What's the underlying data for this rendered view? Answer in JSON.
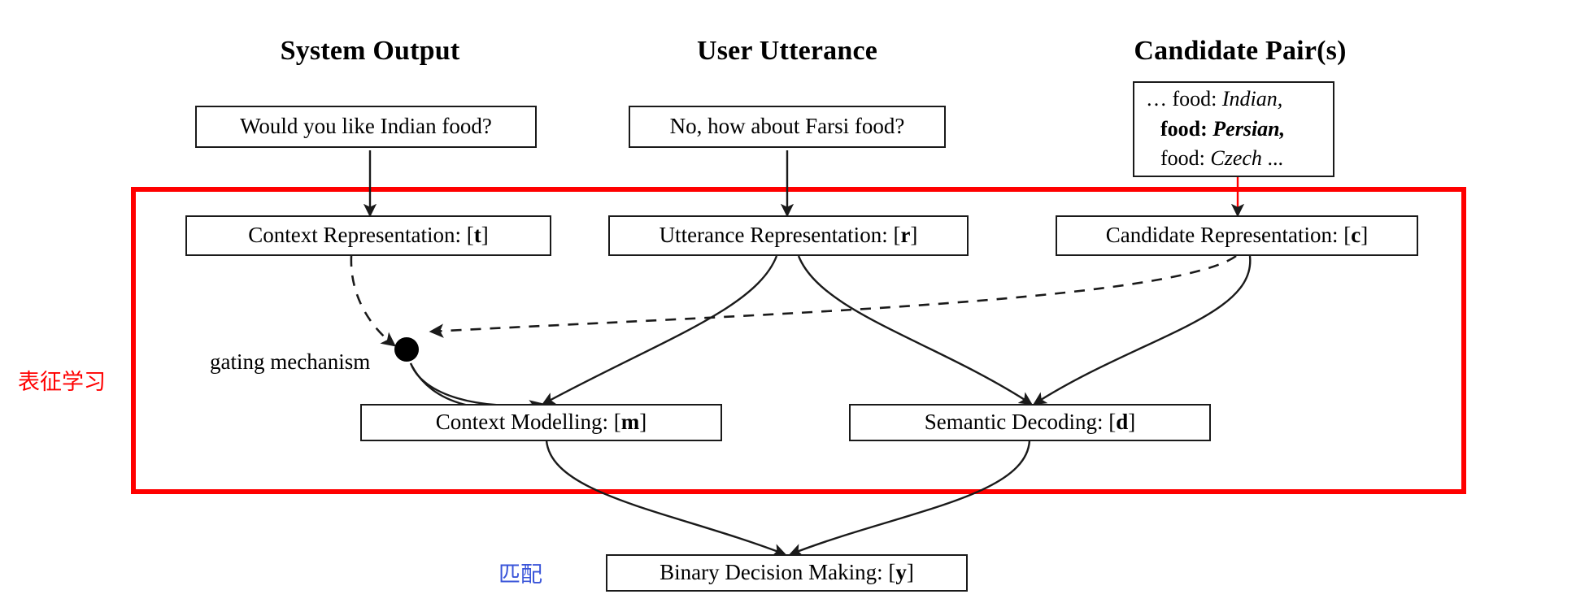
{
  "headings": [
    {
      "id": "system-output",
      "label": "System Output"
    },
    {
      "id": "user-utterance",
      "label": "User Utterance"
    },
    {
      "id": "candidate-pairs",
      "label": "Candidate Pair(s)"
    }
  ],
  "inputs": {
    "system_output": "Would you like Indian food?",
    "user_utterance": "No, how about Farsi food?",
    "candidate_lines": [
      {
        "prefix": "… food: ",
        "value": "Indian",
        "suffix": ","
      },
      {
        "prefix": "food: ",
        "value": "Persian",
        "suffix": ","
      },
      {
        "prefix": "food: ",
        "value": "Czech",
        "suffix": " ..."
      }
    ]
  },
  "nodes": {
    "context_representation": {
      "text": "Context Representation: [",
      "var": "t",
      "close": "]"
    },
    "utterance_representation": {
      "text": "Utterance Representation: [",
      "var": "r",
      "close": "]"
    },
    "candidate_representation": {
      "text": "Candidate Representation: [",
      "var": "c",
      "close": "]"
    },
    "context_modelling": {
      "text": "Context Modelling: [",
      "var": "m",
      "close": "]"
    },
    "semantic_decoding": {
      "text": "Semantic Decoding: [",
      "var": "d",
      "close": "]"
    },
    "binary_decision": {
      "text": "Binary Decision Making: [",
      "var": "y",
      "close": "]"
    }
  },
  "annotations": {
    "gating_mechanism": "gating mechanism",
    "representation_learning_cn": "表征学习",
    "matching_cn": "匹配"
  },
  "colors": {
    "frame_red": "#ff0000",
    "matching_blue": "#3a55d9",
    "edge_black": "#1a1a1a",
    "box_border": "#1a1a1a",
    "background": "#ffffff"
  }
}
